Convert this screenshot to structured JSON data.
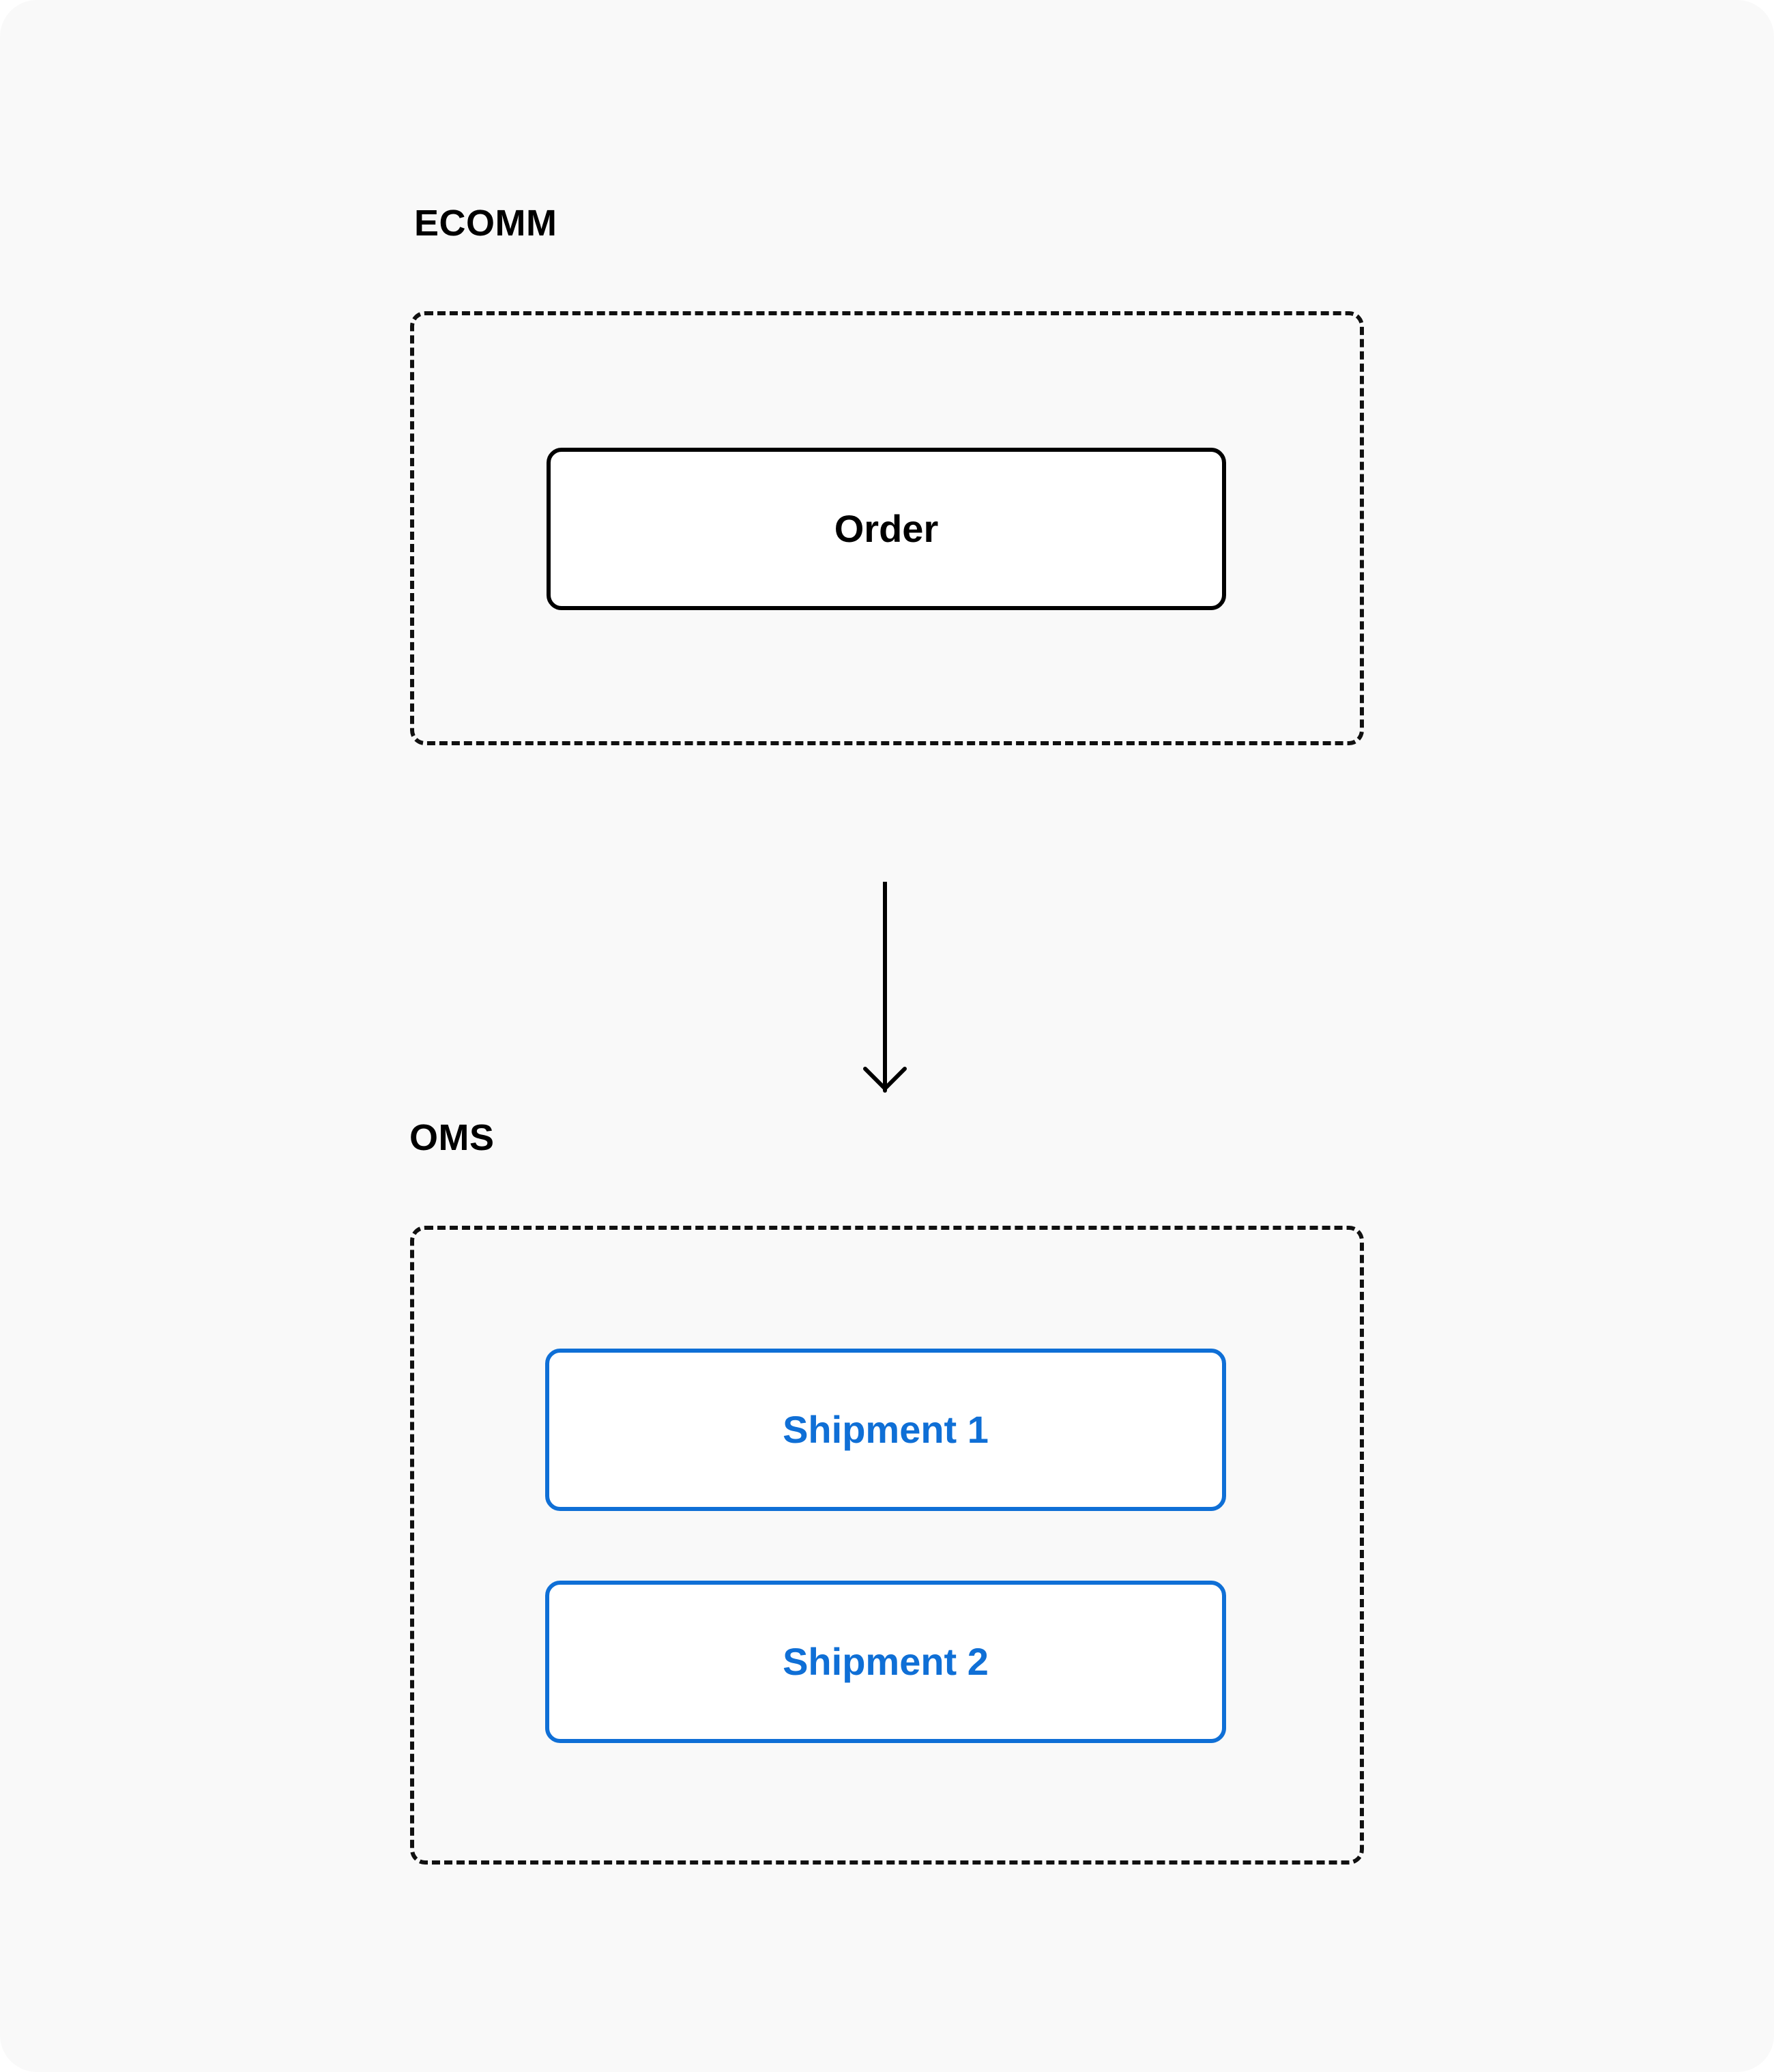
{
  "groups": {
    "ecomm": {
      "label": "ECOMM",
      "nodes": [
        "Order"
      ]
    },
    "oms": {
      "label": "OMS",
      "nodes": [
        "Shipment 1",
        "Shipment 2"
      ]
    }
  },
  "colors": {
    "background": "#f9f9f9",
    "ecomm_node": "#000000",
    "oms_node": "#0f6fd6",
    "frame": "#111111"
  },
  "edges": [
    {
      "from": "ECOMM",
      "to": "OMS",
      "style": "arrow-down"
    }
  ]
}
